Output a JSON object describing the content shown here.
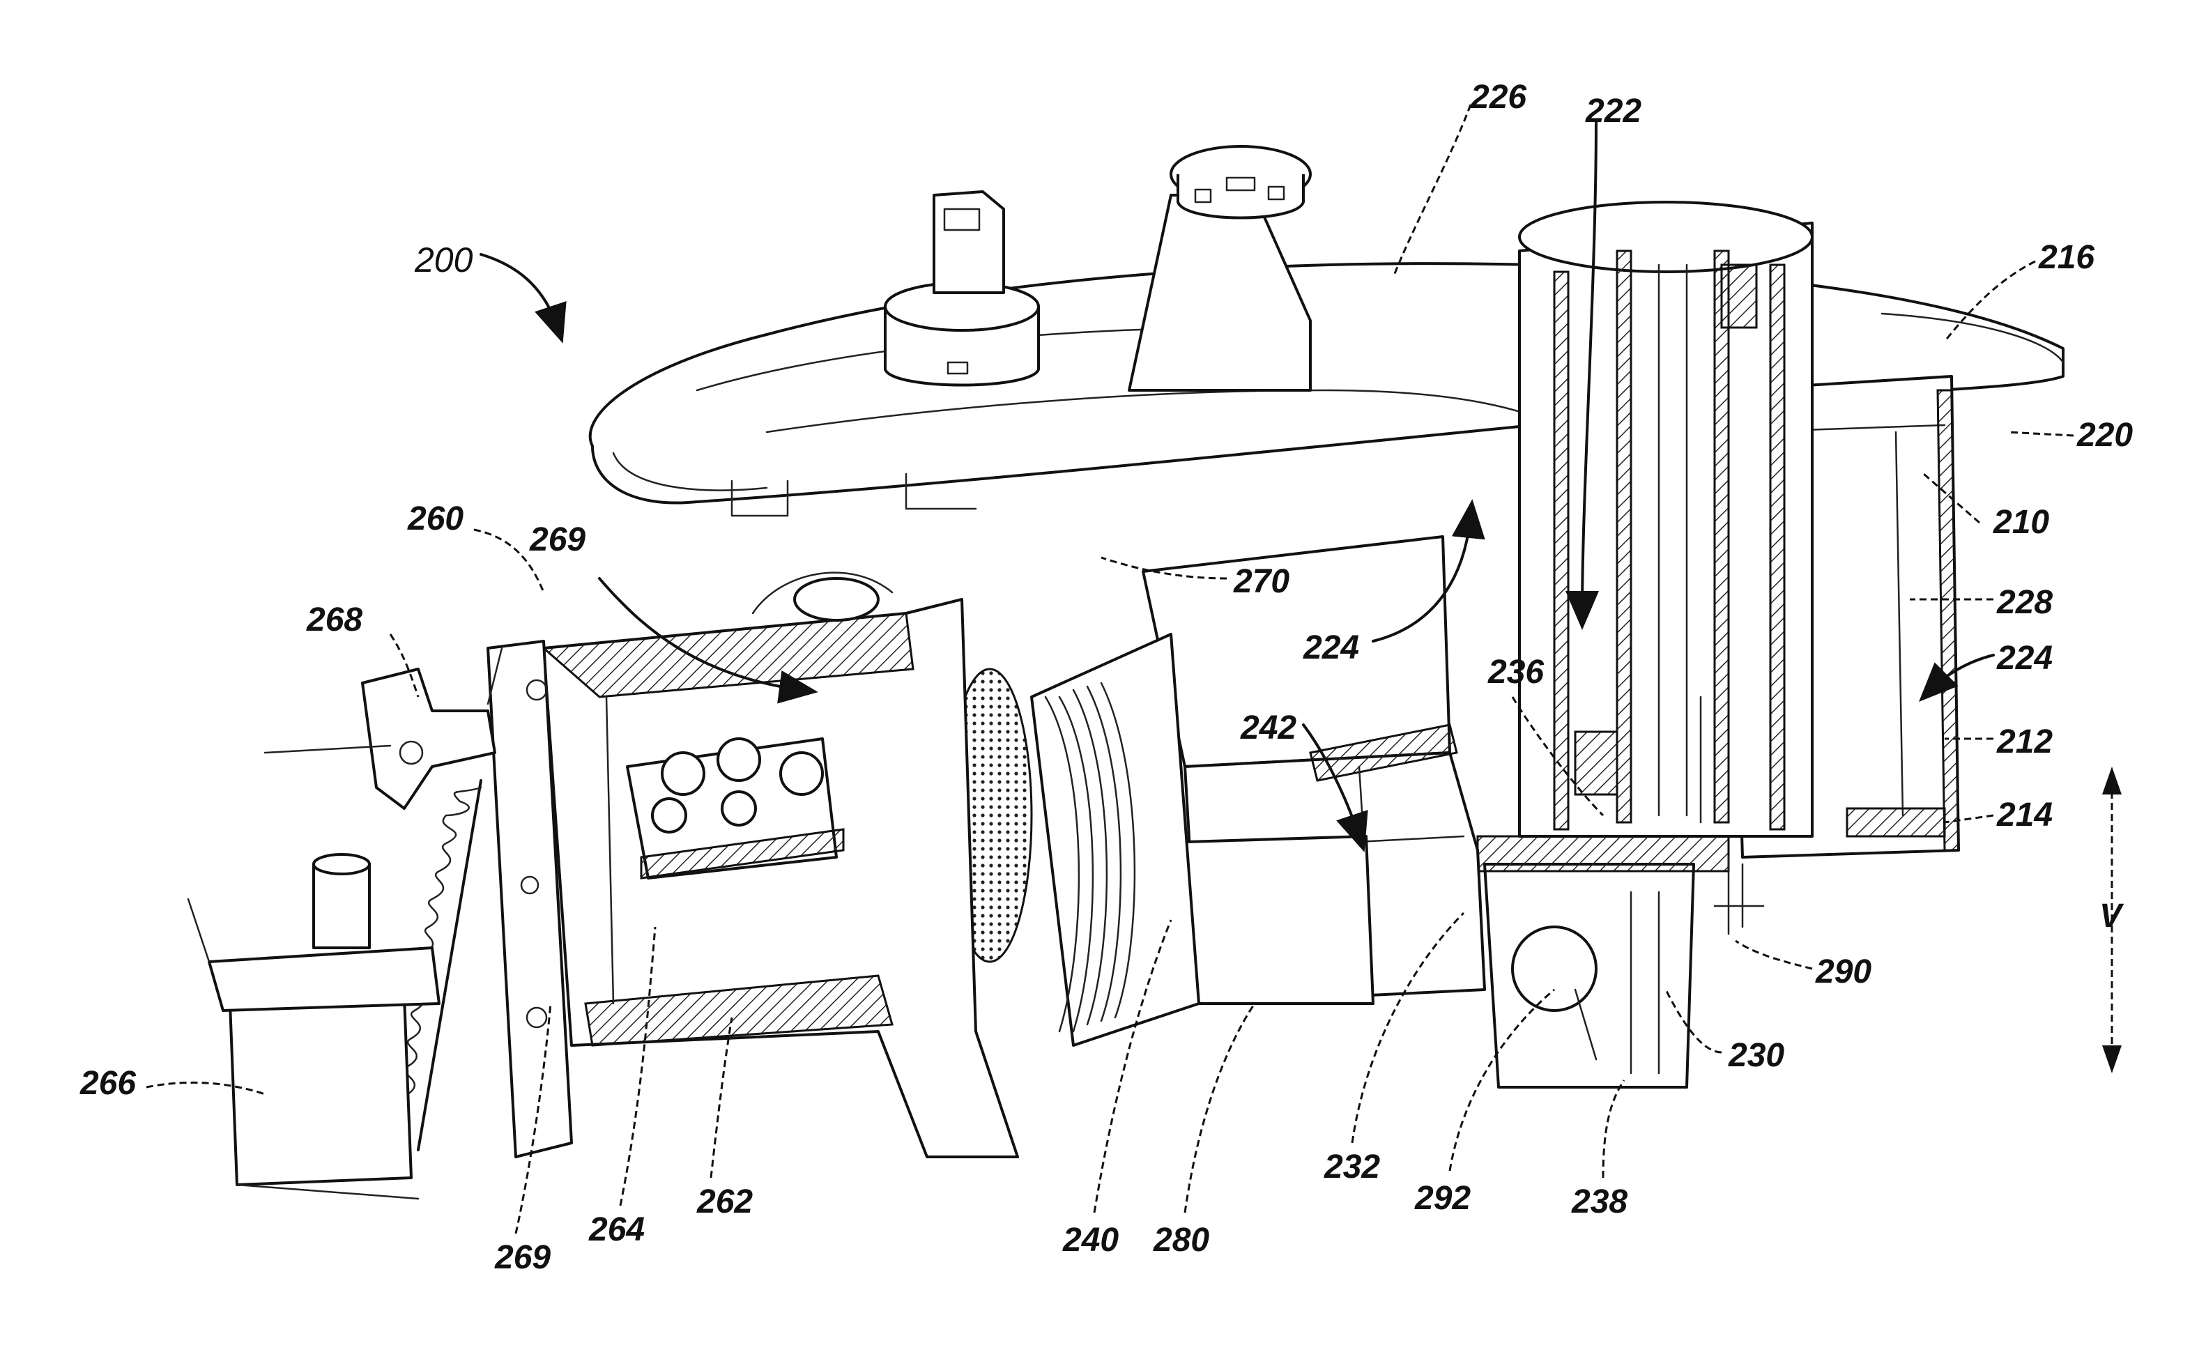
{
  "figure": {
    "labels": {
      "l200": "200",
      "l226": "226",
      "l222": "222",
      "l216": "216",
      "l220": "220",
      "l210": "210",
      "l228": "228",
      "l224a": "224",
      "l224b": "224",
      "l212": "212",
      "l214": "214",
      "l236": "236",
      "l242": "242",
      "l270": "270",
      "l260": "260",
      "l269a": "269",
      "l268": "268",
      "l266": "266",
      "l264": "264",
      "l262": "262",
      "l269b": "269",
      "l240": "240",
      "l280": "280",
      "l232": "232",
      "l292": "292",
      "l238": "238",
      "l230": "230",
      "l290": "290",
      "lV": "V"
    }
  }
}
